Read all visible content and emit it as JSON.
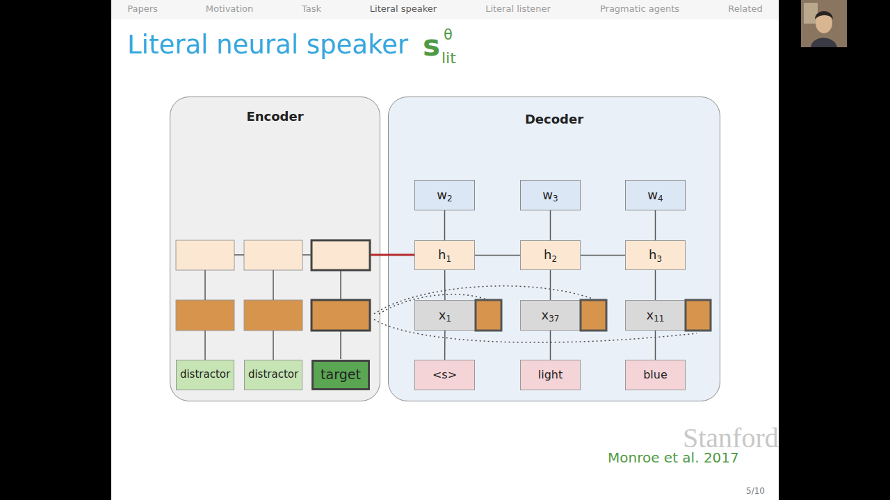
{
  "diagram": {
    "title": "Literal neural speaker",
    "nodes": [
      {
        "text": [
          "Encoder"
        ]
      },
      {
        "text": [
          "distractor"
        ],
        "in": 0
      },
      {
        "text": [
          "distractor"
        ],
        "in": 0
      },
      {
        "text": [
          "target"
        ],
        "in": 0
      },
      {
        "text": [
          "Decoder"
        ]
      },
      {
        "text": [
          "w",
          "2"
        ],
        "in": 4
      },
      {
        "text": [
          "w",
          "3"
        ],
        "in": 4
      },
      {
        "text": [
          "w",
          "4"
        ],
        "in": 4
      },
      {
        "text": [
          "h",
          "1"
        ],
        "in": 4
      },
      {
        "text": [
          "h",
          "2"
        ],
        "in": 4
      },
      {
        "text": [
          "h",
          "3"
        ],
        "in": 4
      },
      {
        "text": [
          "x",
          "1"
        ],
        "in": 4
      },
      {
        "text": [
          "x",
          "37"
        ],
        "in": 4
      },
      {
        "text": [
          "x",
          "11"
        ],
        "in": 4
      },
      {
        "text": [
          "<s>"
        ],
        "in": 4
      },
      {
        "text": [
          "light"
        ],
        "in": 4
      },
      {
        "text": [
          "blue"
        ],
        "in": 4
      }
    ],
    "edges": [
      {
        "from": 14,
        "to": 11,
        "arrow": "none"
      },
      {
        "from": 15,
        "to": 12,
        "arrow": "none"
      },
      {
        "from": 16,
        "to": 13,
        "arrow": "none"
      },
      {
        "from": 11,
        "to": 8,
        "arrow": "none"
      },
      {
        "from": 12,
        "to": 9,
        "arrow": "none"
      },
      {
        "from": 13,
        "to": 10,
        "arrow": "none"
      },
      {
        "from": 8,
        "to": 5,
        "arrow": "none"
      },
      {
        "from": 9,
        "to": 6,
        "arrow": "none"
      },
      {
        "from": 10,
        "to": 7,
        "arrow": "none"
      },
      {
        "from": 8,
        "to": 9,
        "arrow": "none"
      },
      {
        "from": 9,
        "to": 10,
        "arrow": "none"
      }
    ],
    "labels": [
      "Papers",
      "Motivation",
      "Task",
      "Literal speaker",
      "Literal listener",
      "Pragmatic agents",
      "Related",
      "s",
      "θ",
      "lit",
      "Monroe et al. 2017",
      "Stanford",
      "5/10"
    ]
  }
}
